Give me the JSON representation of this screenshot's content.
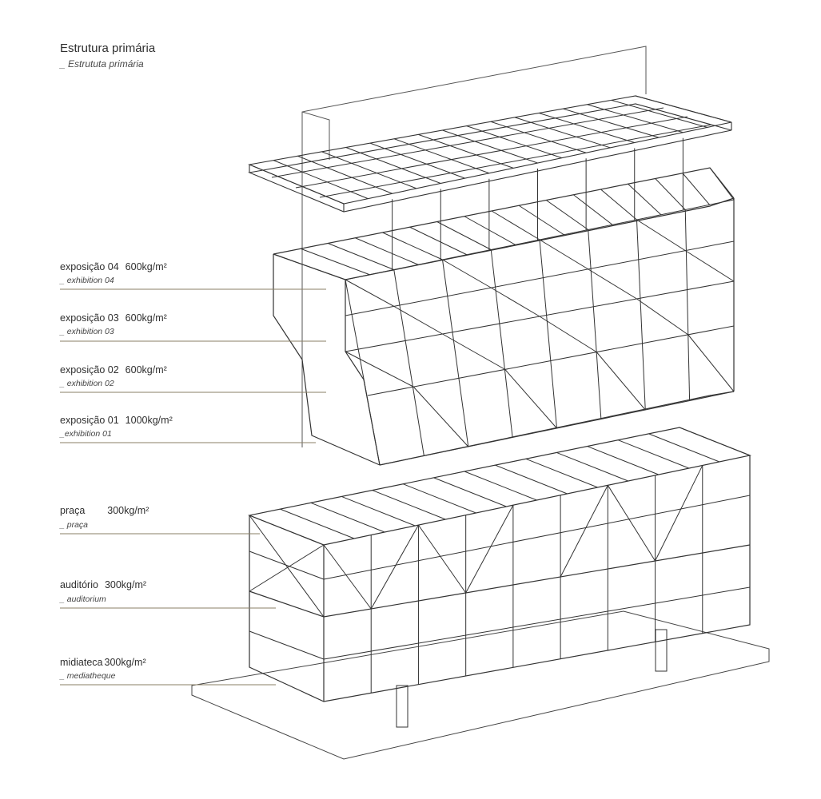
{
  "title": "Estrutura primária",
  "subtitle": "_ Estrututa primária",
  "levels": [
    {
      "label": "exposição 04",
      "load": "600kg/m²",
      "sub": "_ exhibition 04"
    },
    {
      "label": "exposição 03",
      "load": "600kg/m²",
      "sub": "_ exhibition 03"
    },
    {
      "label": "exposição 02",
      "load": "600kg/m²",
      "sub": "_ exhibition 02"
    },
    {
      "label": "exposição 01",
      "load": "1000kg/m²",
      "sub": "_exhibition 01"
    },
    {
      "label": "praça",
      "load": "300kg/m²",
      "sub": "_ praça"
    },
    {
      "label": "auditório",
      "load": "300kg/m²",
      "sub": "_ auditorium"
    },
    {
      "label": "midiateca",
      "load": "300kg/m²",
      "sub": "_ mediatheque"
    }
  ],
  "colors": {
    "line": "#333333",
    "leader": "#8a7f66",
    "text": "#2f2f2f"
  }
}
